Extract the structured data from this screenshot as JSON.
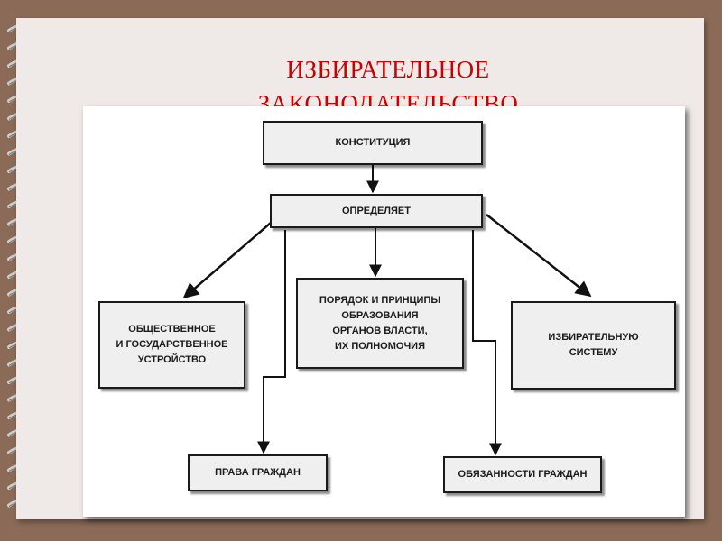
{
  "title": "ИЗБИРАТЕЛЬНОЕ\nЗАКОНОДАТЕЛЬСТВО",
  "diagram": {
    "nodes": {
      "constitution": "КОНСТИТУЦИЯ",
      "determines": "ОПРЕДЕЛЯЕТ",
      "public_structure": "ОБЩЕСТВЕННОЕ\nИ ГОСУДАРСТВЕННОЕ\nУСТРОЙСТВО",
      "order_principles": "ПОРЯДОК И ПРИНЦИПЫ\nОБРАЗОВАНИЯ\nОРГАНОВ ВЛАСТИ,\nИХ ПОЛНОМОЧИЯ",
      "electoral_system": "ИЗБИРАТЕЛЬНУЮ\nСИСТЕМУ",
      "citizens_rights": "ПРАВА ГРАЖДАН",
      "citizens_duties": "ОБЯЗАННОСТИ ГРАЖДАН"
    },
    "edges": [
      [
        "constitution",
        "determines"
      ],
      [
        "determines",
        "public_structure"
      ],
      [
        "determines",
        "order_principles"
      ],
      [
        "determines",
        "electoral_system"
      ],
      [
        "determines",
        "citizens_rights"
      ],
      [
        "determines",
        "citizens_duties"
      ]
    ]
  },
  "colors": {
    "title": "#cc0000",
    "background": "#8b6b57",
    "page": "#efe9e7",
    "box": "#efefef"
  }
}
